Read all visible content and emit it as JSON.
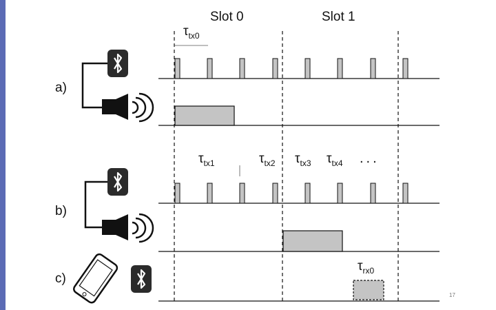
{
  "slide": {
    "accent_color": "#5b6bb5",
    "page_number": "17"
  },
  "slots": [
    {
      "label": "Slot 0"
    },
    {
      "label": "Slot 1"
    }
  ],
  "rows": [
    {
      "label": "a)",
      "devices": [
        "bluetooth-icon",
        "speaker-icon"
      ]
    },
    {
      "label": "b)",
      "devices": [
        "bluetooth-icon",
        "speaker-icon"
      ]
    },
    {
      "label": "c)",
      "devices": [
        "smartphone-icon",
        "bluetooth-icon"
      ]
    }
  ],
  "annotations": {
    "tau_symbol": "τ",
    "tx0": "tx0",
    "tx1": "tx1",
    "tx2": "tx2",
    "tx3": "tx3",
    "tx4": "tx4",
    "rx0": "rx0",
    "ellipsis": "..."
  },
  "colors": {
    "pulse_fill": "#c4c4c4",
    "block_fill": "#c4c4c4",
    "icon_bg": "#2b2b2b",
    "line": "#111111"
  }
}
